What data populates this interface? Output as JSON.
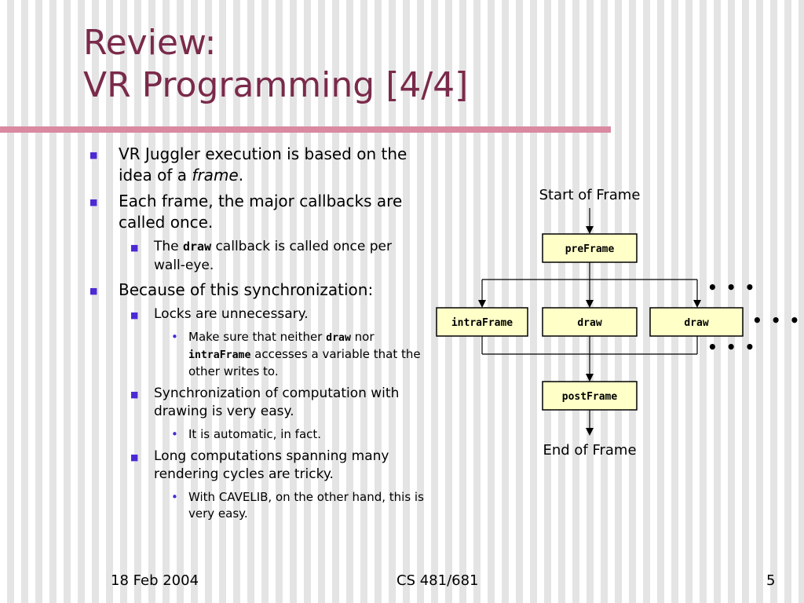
{
  "title": {
    "line1": "Review:",
    "line2": "VR Programming [4/4]"
  },
  "bullets": {
    "b1": {
      "pre": "VR Juggler execution is based on the idea of a ",
      "em": "frame",
      "post": "."
    },
    "b2": "Each frame, the major callbacks are called once.",
    "b2_1": {
      "pre": "The ",
      "code": "draw",
      "post": " callback is called once per wall-eye."
    },
    "b3": "Because of this synchronization:",
    "b3_1": "Locks are unnecessary.",
    "b3_1_1": {
      "pre": "Make sure that neither ",
      "code1": "draw",
      "mid": " nor ",
      "code2": "intraFrame",
      "post": " accesses a variable that the other writes to."
    },
    "b3_2": "Synchronization of computation with drawing is very easy.",
    "b3_2_1": "It is automatic, in fact.",
    "b3_3": "Long computations spanning many rendering cycles are tricky.",
    "b3_3_1": "With CAVELIB, on the other hand, this is very easy."
  },
  "diagram": {
    "start_label": "Start of Frame",
    "end_label": "End of Frame",
    "boxes": {
      "preframe": "preFrame",
      "intraframe": "intraFrame",
      "draw1": "draw",
      "draw2": "draw",
      "postframe": "postFrame"
    },
    "ellipsis": "• • •",
    "colors": {
      "box_fill": "#ffffc8",
      "line": "#000000"
    }
  },
  "footer": {
    "date": "18 Feb 2004",
    "course": "CS 481/681",
    "page": "5"
  },
  "colors": {
    "title": "#7a2a4a",
    "rule": "#d98aa0",
    "bullet": "#4b2ad4"
  }
}
